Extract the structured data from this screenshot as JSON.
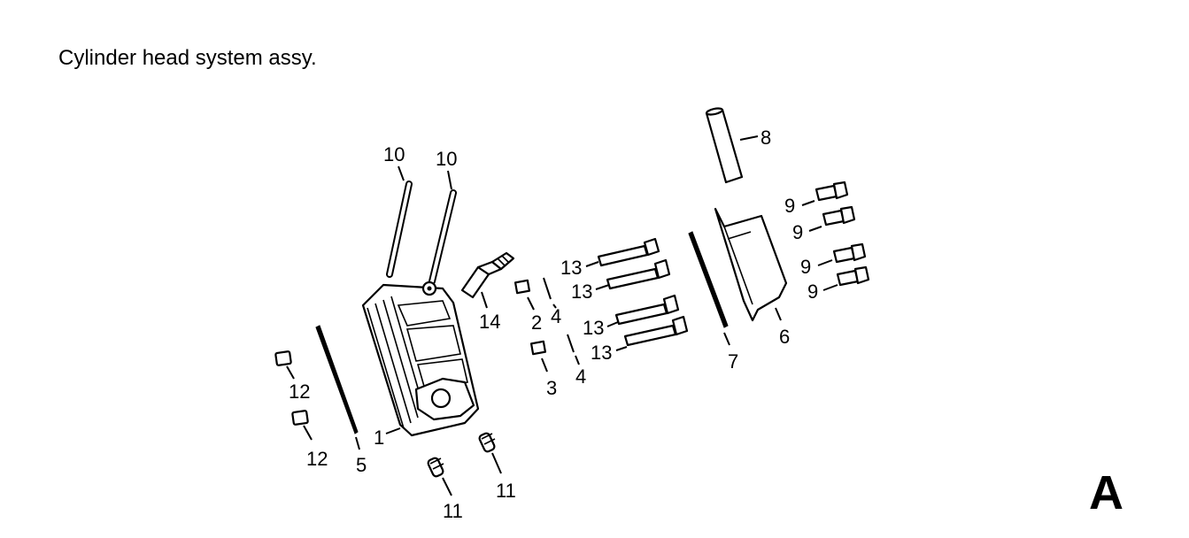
{
  "title": "Cylinder head system assy.",
  "sheet_letter": "A",
  "callouts": {
    "p1": "1",
    "p2": "2",
    "p3": "3",
    "p4a": "4",
    "p4b": "4",
    "p5": "5",
    "p6": "6",
    "p7": "7",
    "p8": "8",
    "p9a": "9",
    "p9b": "9",
    "p9c": "9",
    "p9d": "9",
    "p10a": "10",
    "p10b": "10",
    "p11a": "11",
    "p11b": "11",
    "p12a": "12",
    "p12b": "12",
    "p13a": "13",
    "p13b": "13",
    "p13c": "13",
    "p13d": "13",
    "p14": "14"
  }
}
